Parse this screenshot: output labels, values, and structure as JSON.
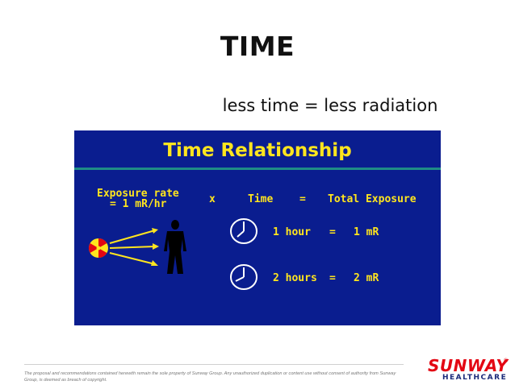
{
  "slide": {
    "title": "TIME",
    "subtitle": "less time = less radiation"
  },
  "panel": {
    "title": "Time Relationship",
    "exposure_rate_line1": "Exposure rate",
    "exposure_rate_line2": "= 1 mR/hr",
    "times_sign": "x",
    "time_label": "Time",
    "equals_sign": "=",
    "total_label": "Total Exposure",
    "row1": {
      "time": "1 hour",
      "equals": "=",
      "result": "1 mR"
    },
    "row2": {
      "time": "2 hours",
      "equals": "=",
      "result": "2 mR"
    },
    "colors": {
      "background": "#0a1d8f",
      "text": "#ffe51e",
      "rule": "#1f8c86"
    }
  },
  "footer": {
    "notice": "The proposal and recommendations contained herewith remain the sole property of Sunway Group. Any unauthorized duplication or content use without consent of authority from Sunway Group, is deemed as breach of copyright."
  },
  "logo": {
    "brand": "SUNWAY",
    "registered": "®",
    "sub": "HEALTHCARE",
    "colors": {
      "brand": "#e30613",
      "sub": "#1b2a7a"
    }
  }
}
